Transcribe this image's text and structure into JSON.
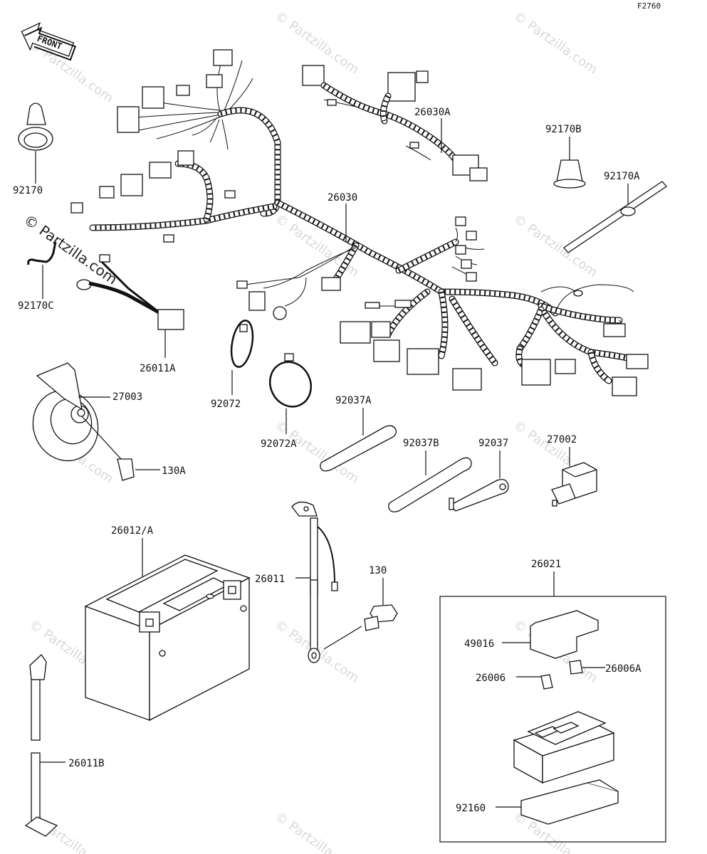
{
  "figure_code": "F2760",
  "front_label": "FRONT",
  "watermark": "© Partzilla.com",
  "parts": {
    "p92170": "92170",
    "p92170C": "92170C",
    "p26011A": "26011A",
    "p27003": "27003",
    "p130A": "130A",
    "p26030A": "26030A",
    "p26030": "26030",
    "p92170B": "92170B",
    "p92170A": "92170A",
    "p92072": "92072",
    "p92072A": "92072A",
    "p92037A": "92037A",
    "p92037B": "92037B",
    "p92037": "92037",
    "p27002": "27002",
    "p26012A": "26012/A",
    "p26011": "26011",
    "p130": "130",
    "p26021": "26021",
    "p49016": "49016",
    "p26006": "26006",
    "p26006A": "26006A",
    "p26011B": "26011B",
    "p92160": "92160"
  }
}
